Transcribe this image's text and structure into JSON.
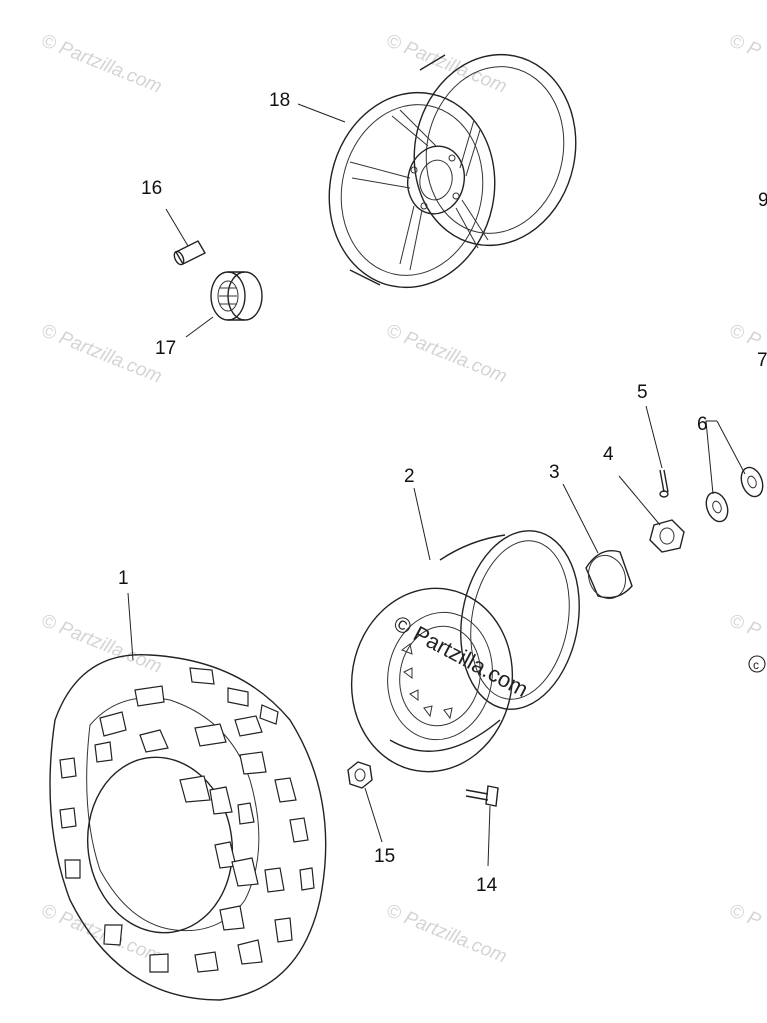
{
  "diagram": {
    "callouts": [
      "1",
      "2",
      "3",
      "4",
      "5",
      "6",
      "7",
      "9",
      "14",
      "15",
      "16",
      "17",
      "18"
    ],
    "watermark_text": "© Partzilla.com",
    "center_watermark": "© Partzilla.com",
    "copyright_mark": "c"
  }
}
